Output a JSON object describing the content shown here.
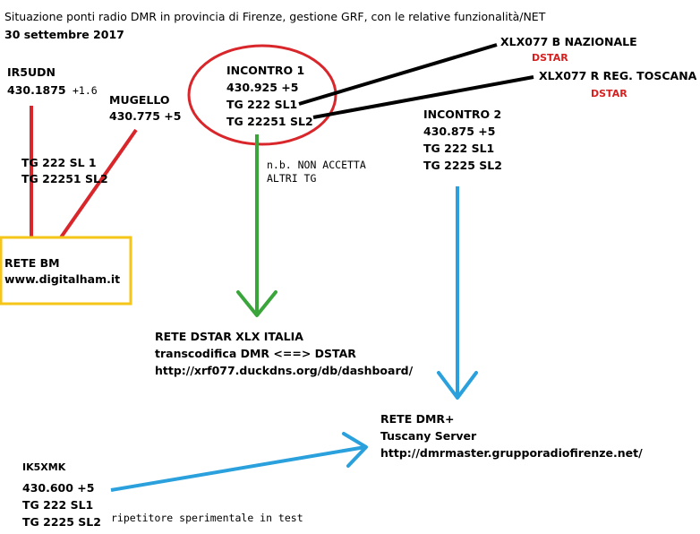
{
  "header": {
    "title": "Situazione ponti radio DMR in provincia di Firenze, gestione GRF, con le relative funzionalità/NET",
    "date": "30 settembre 2017"
  },
  "nodes": {
    "ir5udn": {
      "name": "IR5UDN",
      "freq": "430.1875",
      "offset": "+1.6"
    },
    "mugello": {
      "name": "MUGELLO",
      "freq": "430.775 +5"
    },
    "ir5udn_tg": {
      "line1": "TG 222 SL 1",
      "line2": "TG 22251 SL2"
    },
    "rete_bm": {
      "name": "RETE BM",
      "url": "www.digitalham.it"
    },
    "incontro1": {
      "name": "INCONTRO 1",
      "freq": "430.925 +5",
      "tg1": "TG 222 SL1",
      "tg2": "TG 22251 SL2"
    },
    "xlx_naz": {
      "name": "XLX077 B NAZIONALE",
      "mode": "DSTAR"
    },
    "xlx_tosc": {
      "name": "XLX077 R REG. TOSCANA",
      "mode": "DSTAR"
    },
    "note_incontro1": {
      "line1": "n.b. NON ACCETTA",
      "line2": "ALTRI TG"
    },
    "incontro2": {
      "name": "INCONTRO 2",
      "freq": "430.875 +5",
      "tg1": "TG 222 SL1",
      "tg2": "TG 2225 SL2"
    },
    "rete_dstar": {
      "name": "RETE DSTAR XLX ITALIA",
      "desc": "transcodifica DMR <==> DSTAR",
      "url": "http://xrf077.duckdns.org/db/dashboard/"
    },
    "rete_dmrplus": {
      "name": "RETE DMR+",
      "desc": "Tuscany Server",
      "url": "http://dmrmaster.grupporadiofirenze.net/"
    },
    "ik5xmk": {
      "name": "IK5XMK",
      "freq": "430.600 +5",
      "tg1": "TG 222 SL1",
      "tg2": "TG 2225 SL2",
      "note": "ripetitore sperimentale in test"
    }
  },
  "colors": {
    "red": "#d9262b",
    "green": "#3aa53a",
    "blue": "#2aa0dc",
    "black": "#000000",
    "yellow": "#f5c518",
    "dstar_red": "#d62020"
  }
}
